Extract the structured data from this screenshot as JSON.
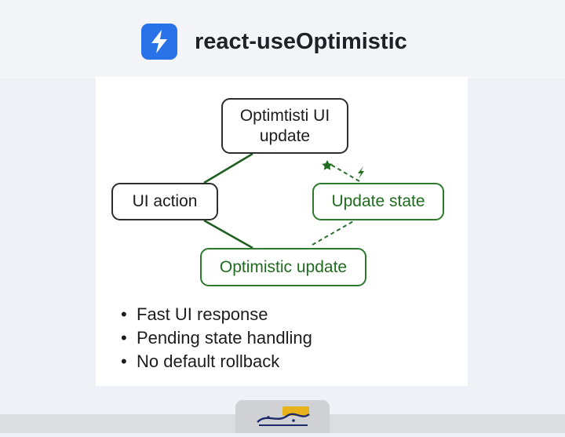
{
  "header": {
    "title": "react-useOptimistic",
    "icon": "lightning-bolt-icon",
    "accent": "#2a72e8"
  },
  "diagram": {
    "nodes": {
      "optim_ui": "Optimtisti UI update",
      "ui_action": "UI action",
      "update_state": "Update state",
      "optimistic_update": "Optimistic update"
    },
    "icons": [
      "star-icon",
      "lightning-icon"
    ],
    "colors": {
      "dark": "#2d2d2d",
      "green": "#2d7a2d",
      "green_text": "#1f6b1f"
    }
  },
  "features": {
    "bullet": "•",
    "items": [
      "Fast UI response",
      "Pending state handling",
      "No default rollback"
    ]
  },
  "footer": {
    "watermark": "logo-watermark"
  }
}
